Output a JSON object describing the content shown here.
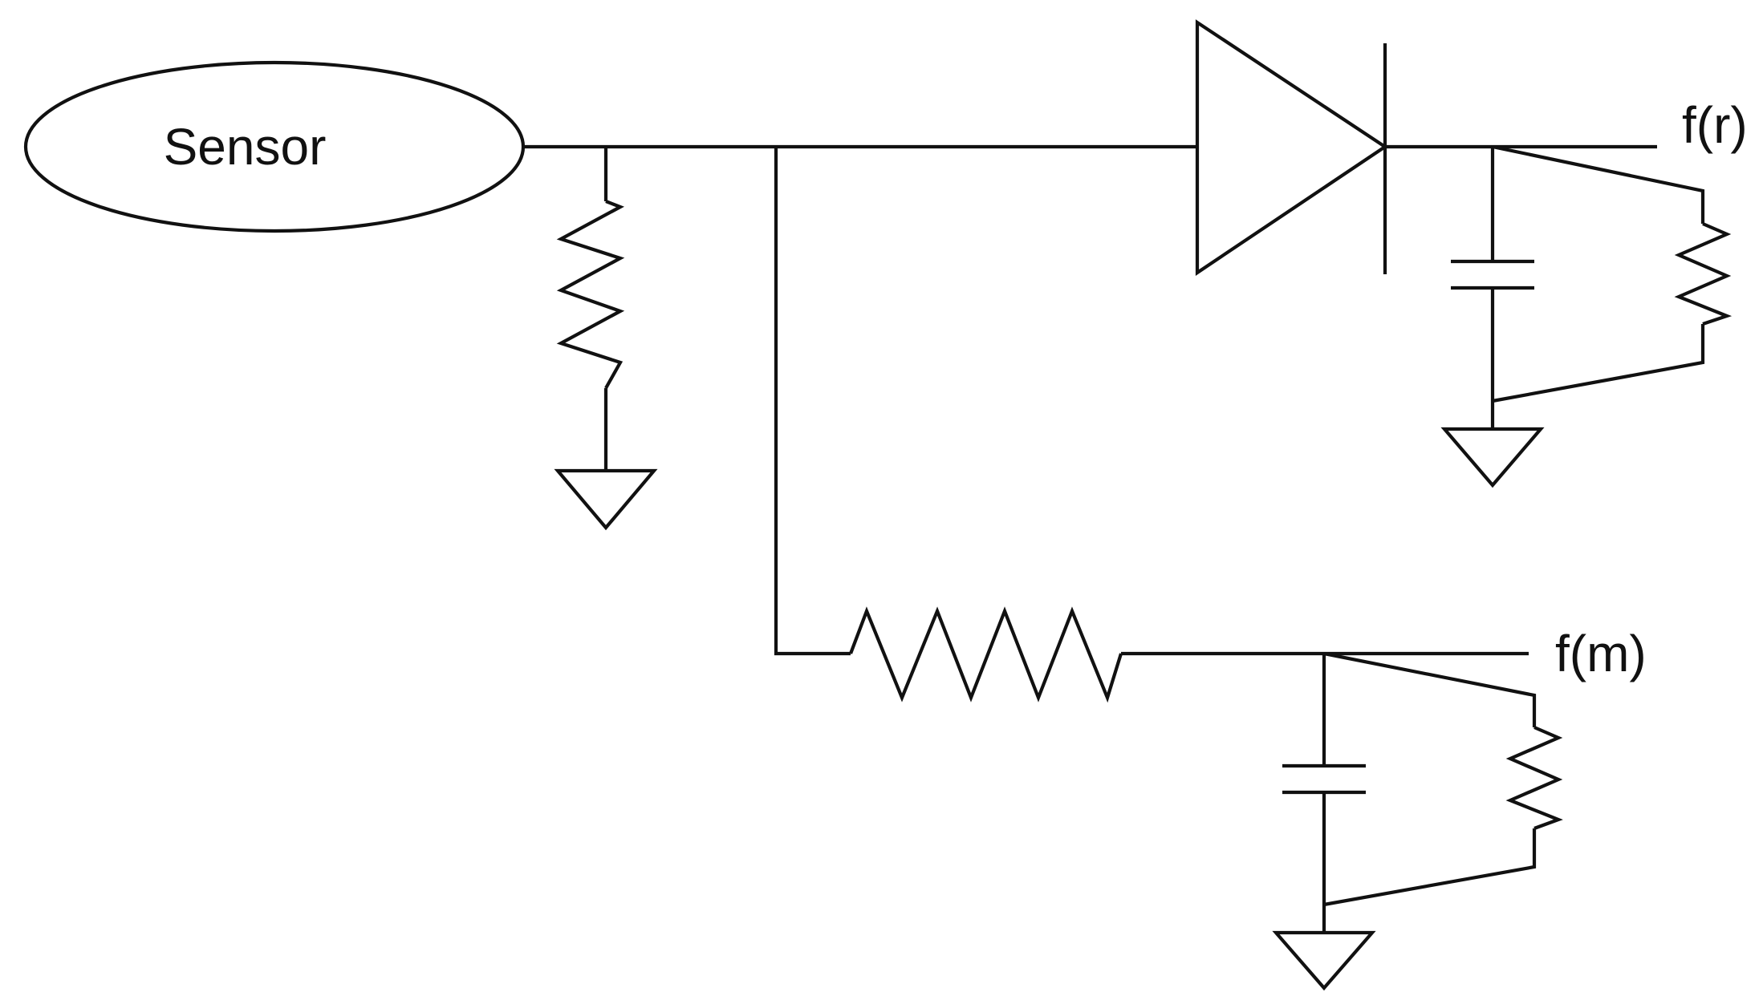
{
  "diagram": {
    "sensor_label": "Sensor",
    "output_r_label": "f(r)",
    "output_m_label": "f(m)",
    "stroke_color": "#111111",
    "background_color": "#ffffff"
  }
}
